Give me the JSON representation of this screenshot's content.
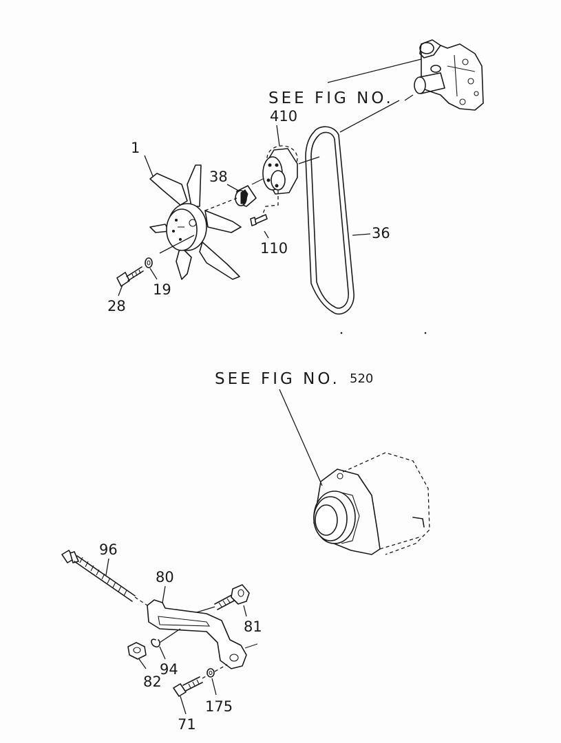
{
  "references": [
    {
      "id": "ref-water-pump",
      "text": "SEE FIG NO."
    },
    {
      "id": "ref-alternator",
      "text": "SEE FIG NO.",
      "number": "520"
    }
  ],
  "callouts": {
    "fan": "1",
    "pulley": "410",
    "spacer": "38",
    "pulley_bolt": "110",
    "fan_belt": "36",
    "fan_bolt": "28",
    "fan_washer": "19",
    "adjust_bolt": "96",
    "adjust_bracket": "80",
    "bracket_bolt": "81",
    "lock_washer": "94",
    "nut": "82",
    "bolt_short": "71",
    "washer": "175"
  }
}
